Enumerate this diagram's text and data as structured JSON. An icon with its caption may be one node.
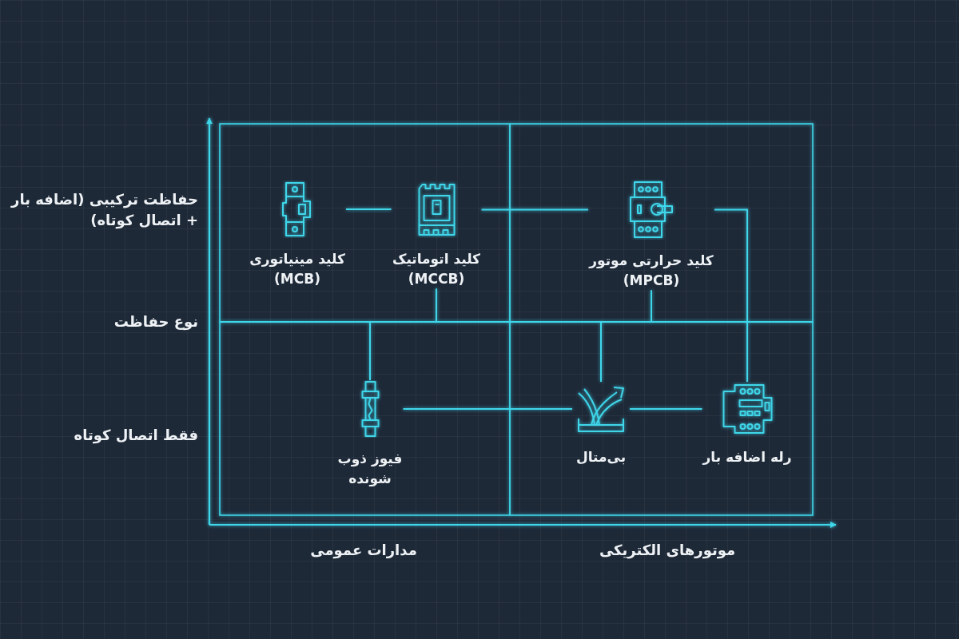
{
  "diagram": {
    "nodes": [
      {
        "text": [
          "کلید حرارتی موتور (MPCB)"
        ]
      },
      {
        "text": [
          "کلید اتوماتیک (MCCB)"
        ]
      },
      {
        "text": [
          "کلید مینیاتوری (MCB)"
        ]
      },
      {
        "text": [
          "رله اضافه بار"
        ]
      },
      {
        "text": [
          "بی‌متال"
        ]
      },
      {
        "text": [
          "فیوز ذوب شونده"
        ]
      }
    ],
    "edges": [
      {
        "from": 1,
        "to": 2,
        "arrow": "none"
      },
      {
        "from": 0,
        "to": 1,
        "arrow": "none"
      },
      {
        "from": 0,
        "to": 3,
        "arrow": "none"
      },
      {
        "from": 3,
        "to": 4,
        "arrow": "none"
      },
      {
        "from": 4,
        "to": 5,
        "arrow": "none"
      },
      {
        "from": null,
        "to": 1,
        "arrow": "none"
      },
      {
        "from": null,
        "to": 0,
        "arrow": "none"
      },
      {
        "from": null,
        "to": 5,
        "arrow": "none"
      },
      {
        "from": null,
        "to": 4,
        "arrow": "none"
      }
    ],
    "labels": [
      "حفاظت ترکیبی (اضافه بار + اتصال کوتاه)",
      "نوع حفاظت",
      "فقط اتصال کوتاه",
      "موتورهای الکتریکی",
      "مدارات عمومی"
    ]
  }
}
